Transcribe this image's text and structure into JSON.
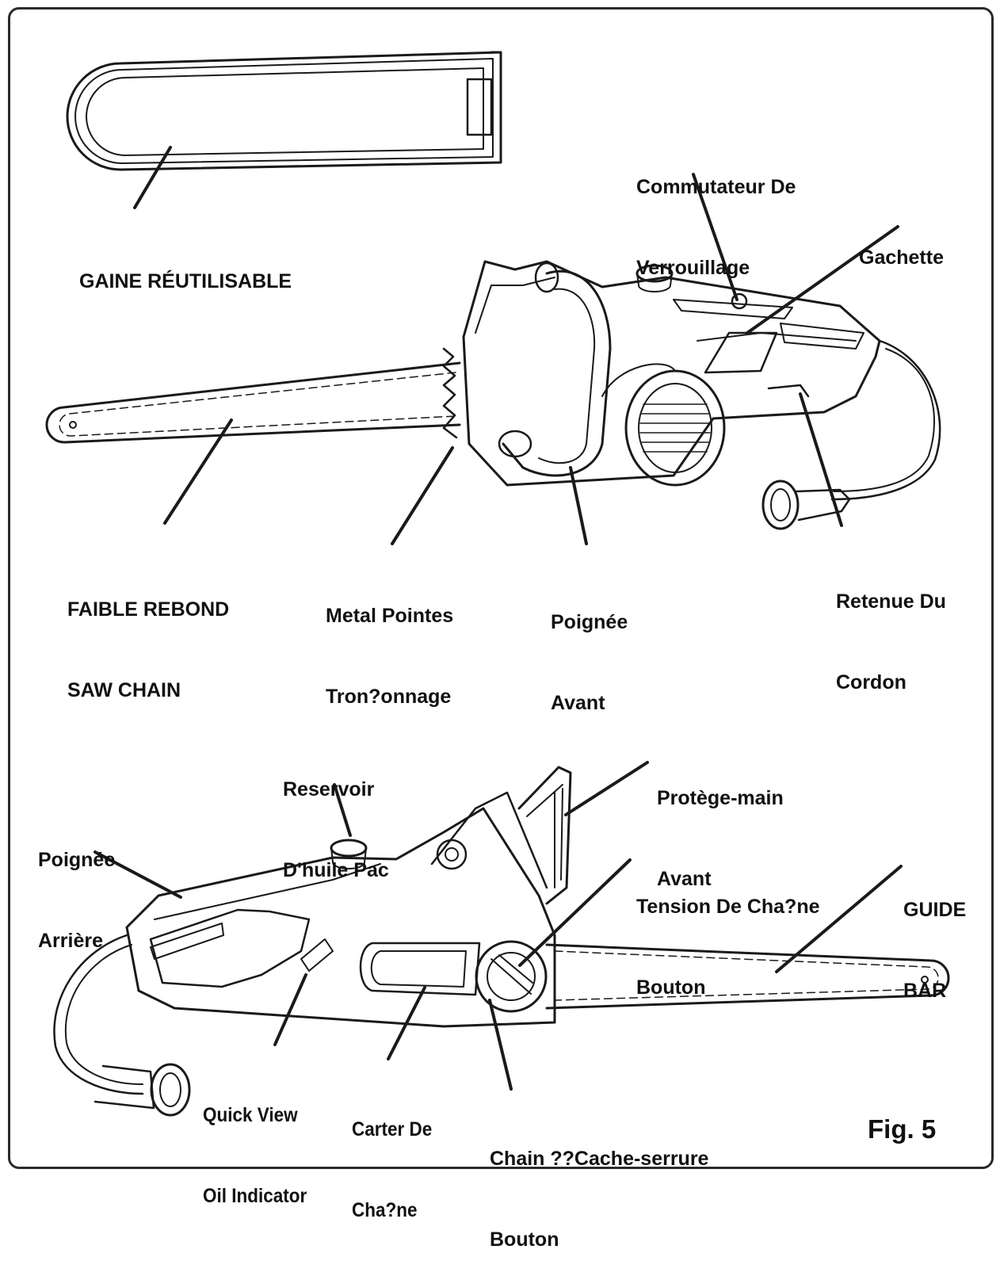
{
  "figure_label": "Fig. 5",
  "labels": {
    "scabbard": [
      "GAINE RÉUTILISABLE"
    ],
    "lock_switch": [
      "Commutateur De",
      "Verrouillage"
    ],
    "trigger": [
      "Gachette"
    ],
    "saw_chain": [
      "FAIBLE REBOND",
      "SAW CHAIN"
    ],
    "spikes": [
      "Metal Pointes",
      "Tron?onnage"
    ],
    "front_handle": [
      "Poignée",
      "Avant"
    ],
    "cord_retainer": [
      "Retenue Du",
      "Cordon"
    ],
    "oil_tank": [
      "Reservoir",
      "D'huile Pac"
    ],
    "hand_guard": [
      "Protège-main",
      "Avant"
    ],
    "rear_handle": [
      "Poignée",
      "Arrière"
    ],
    "tension_knob": [
      "Tension De Cha?ne",
      "Bouton"
    ],
    "guide_bar": [
      "GUIDE",
      "BAR"
    ],
    "oil_indicator": [
      "Quick View",
      "Oil Indicator"
    ],
    "chain_cover": [
      "Carter De",
      "Cha?ne"
    ],
    "cover_lock_knob": [
      "Chain ??Cache-serrure",
      "Bouton"
    ]
  },
  "colors": {
    "line": "#1a1a1a",
    "frame": "#2a2a2a",
    "background": "#ffffff"
  }
}
